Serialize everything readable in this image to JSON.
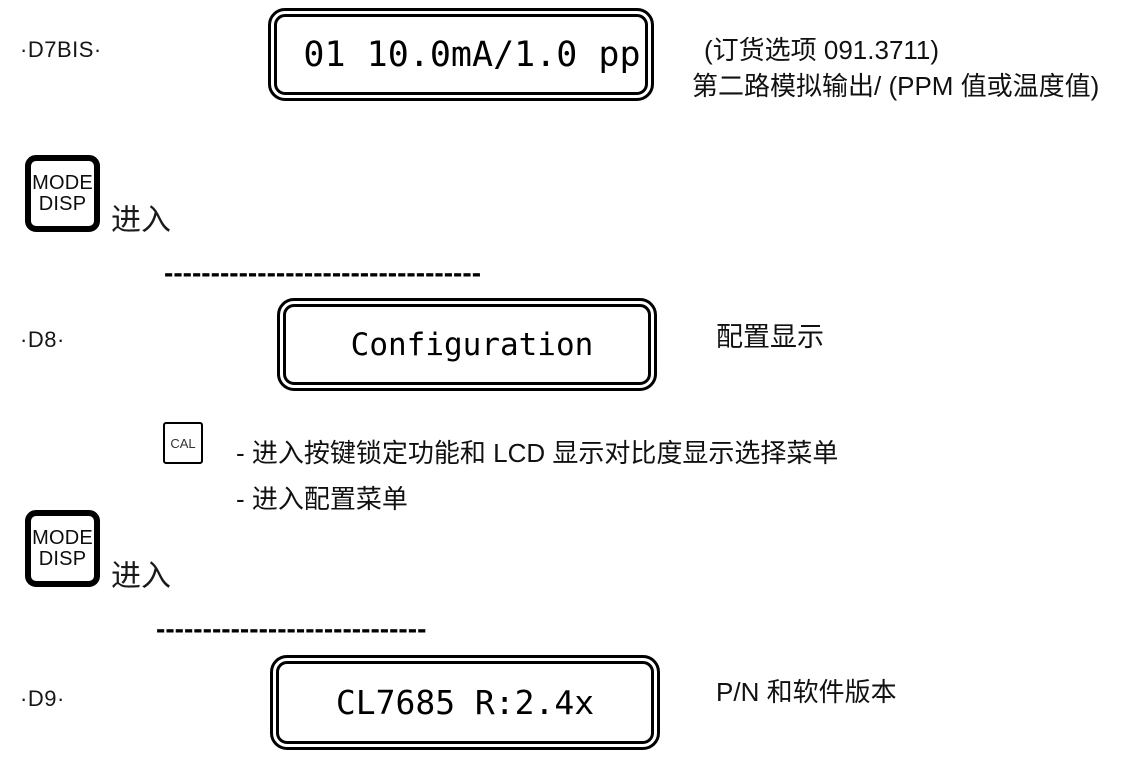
{
  "steps": {
    "d7bis": {
      "label": "·D7BIS·",
      "display": "01 10.0mA/1.0 pp",
      "note_line1": "(订货选项 091.3711)",
      "note_line2": "第二路模拟输出/ (PPM 值或温度值)"
    },
    "d8": {
      "label": "·D8·",
      "display": "Configuration",
      "note": "配置显示"
    },
    "d9": {
      "label": "·D9·",
      "display": "CL7685 R:2.4x",
      "note": "P/N 和软件版本"
    }
  },
  "buttons": {
    "mode_disp": {
      "line1": "MODE",
      "line2": "DISP"
    },
    "cal": {
      "label": "CAL"
    }
  },
  "captions": {
    "enter1": "进入",
    "enter2": "进入"
  },
  "cal_notes": {
    "line1": "- 进入按键锁定功能和 LCD 显示对比度显示选择菜单",
    "line2": "- 进入配置菜单"
  },
  "dividers": {
    "d1": "----------------------------------",
    "d2": "-----------------------------"
  },
  "colors": {
    "ink": "#000000",
    "background": "#ffffff"
  }
}
